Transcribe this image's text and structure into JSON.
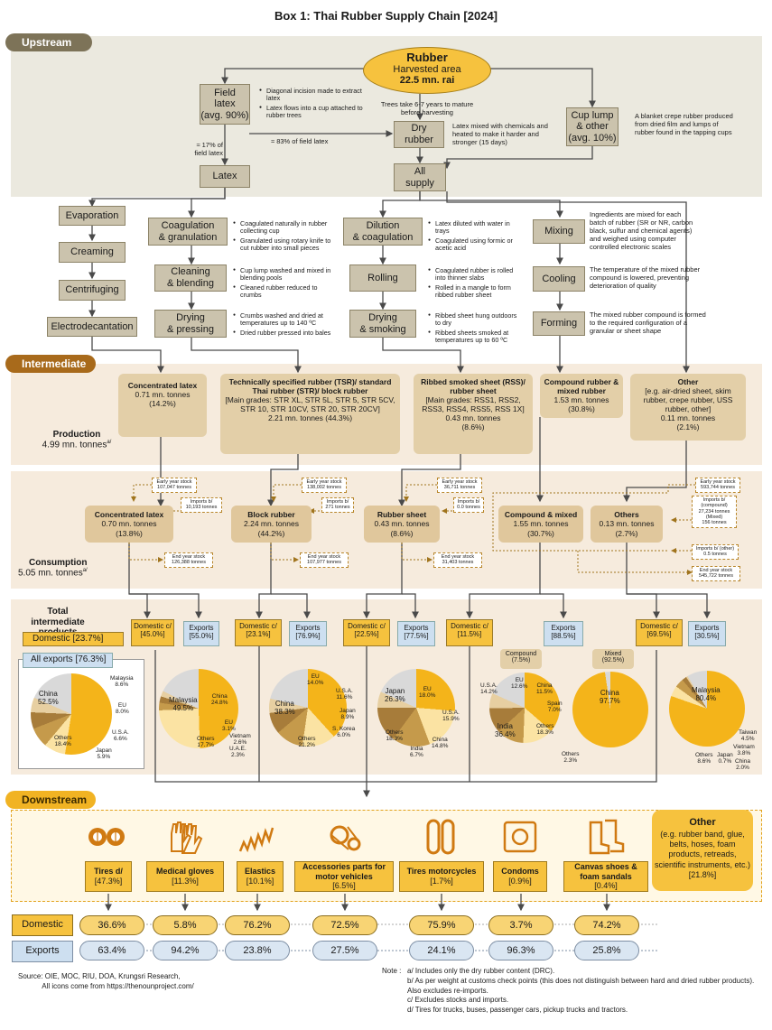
{
  "title": "Box 1: Thai Rubber Supply Chain [2024]",
  "sections": {
    "upstream": "Upstream",
    "intermediate": "Intermediate",
    "downstream": "Downstream"
  },
  "rubber": {
    "title": "Rubber",
    "sub": "Harvested area",
    "value": "22.5 mn. rai"
  },
  "field_latex": {
    "line1": "Field",
    "line2": "latex",
    "line3": "(avg. 90%)"
  },
  "field_latex_bullets": [
    "Diagonal incision made to extract latex",
    "Latex flows into a cup attached to rubber trees"
  ],
  "trees_note": "Trees take 6-7 years to mature before harvesting",
  "dry_rubber": {
    "line1": "Dry",
    "line2": "rubber"
  },
  "dry_rubber_note": "Latex mixed with chemicals and heated to make it harder and stronger (15 days)",
  "cup_lump": {
    "line1": "Cup lump",
    "line2": "& other",
    "line3": "(avg. 10%)"
  },
  "cup_lump_note": "A blanket crepe rubber produced from dried film and lumps of rubber found in the tapping cups",
  "pct17": "≈ 17% of field latex",
  "pct83": "≈ 83% of field latex",
  "latex": "Latex",
  "all_supply": {
    "line1": "All",
    "line2": "supply"
  },
  "evaporation": "Evaporation",
  "creaming": "Creaming",
  "centrifuging": "Centrifuging",
  "electrodecantation": "Electrodecantation",
  "coag": {
    "line1": "Coagulation",
    "line2": "& granulation"
  },
  "coag_bullets": [
    "Coagulated naturally in rubber collecting cup",
    "Granulated using rotary knife to cut rubber into small pieces"
  ],
  "cleaning": {
    "line1": "Cleaning",
    "line2": "& blending"
  },
  "cleaning_bullets": [
    "Cup lump washed and mixed in blending pools",
    "Cleaned rubber reduced to crumbs"
  ],
  "drying_pressing": {
    "line1": "Drying",
    "line2": "& pressing"
  },
  "drying_pressing_bullets": [
    "Crumbs washed and dried at temperatures up to 140 ºC",
    "Dried rubber pressed into bales"
  ],
  "dilution": {
    "line1": "Dilution",
    "line2": "& coagulation"
  },
  "dilution_bullets": [
    "Latex diluted with water in trays",
    "Coagulated using formic or acetic acid"
  ],
  "rolling": "Rolling",
  "rolling_bullets": [
    "Coagulated rubber is rolled into thinner slabs",
    "Rolled in a mangle to form ribbed rubber sheet"
  ],
  "drying_smoking": {
    "line1": "Drying",
    "line2": "& smoking"
  },
  "drying_smoking_bullets": [
    "Ribbed sheet hung outdoors to dry",
    "Ribbed sheets smoked at temperatures up to 60 ºC"
  ],
  "mixing": "Mixing",
  "mixing_note": "Ingredients are mixed for each batch of rubber (SR or NR, carbon black, sulfur and chemical agents) and weighed using computer controlled electronic scales",
  "cooling": "Cooling",
  "cooling_note": "The temperature of the mixed rubber compound is lowered, preventing deterioration of quality",
  "forming": "Forming",
  "forming_note": "The mixed rubber compound is formed to the required configuration of a granular or sheet shape",
  "production": {
    "label": "Production",
    "value": "4.99 mn. tonnes",
    "sup": "a/"
  },
  "prod_boxes": [
    {
      "title": "Concentrated latex",
      "body": "0.71 mn. tonnes\n(14.2%)"
    },
    {
      "title": "Technically specified rubber (TSR)/ standard Thai rubber (STR)/ block rubber",
      "body": "[Main grades: STR XL, STR 5L, STR 5, STR 5CV, STR 10, STR 10CV, STR 20, STR 20CV]\n2.21 mn. tonnes (44.3%)"
    },
    {
      "title": "Ribbed smoked sheet (RSS)/ rubber sheet",
      "body": "[Main grades: RSS1, RSS2, RSS3, RSS4, RSS5, RSS 1X]\n0.43 mn. tonnes\n(8.6%)"
    },
    {
      "title": "Compound rubber & mixed rubber",
      "body": "1.53 mn. tonnes\n(30.8%)"
    },
    {
      "title": "Other",
      "body": "[e.g. air-dried sheet, skim rubber, crepe rubber, USS rubber, other]\n0.11 mn. tonnes\n(2.1%)"
    }
  ],
  "consumption": {
    "label": "Consumption",
    "value": "5.05 mn. tonnes",
    "sup": "a/"
  },
  "cons_boxes": [
    {
      "title": "Concentrated latex",
      "body": "0.70 mn. tonnes\n(13.8%)"
    },
    {
      "title": "Block rubber",
      "body": "2.24 mn. tonnes\n(44.2%)"
    },
    {
      "title": "Rubber sheet",
      "body": "0.43 mn. tonnes\n(8.6%)"
    },
    {
      "title": "Compound & mixed",
      "body": "1.55 mn. tonnes\n(30.7%)"
    },
    {
      "title": "Others",
      "body": "0.13 mn. tonnes\n(2.7%)"
    }
  ],
  "stocks": {
    "early": [
      "Early year stock\n107,047 tonnes",
      "Early year stock\n138,002 tonnes",
      "Early year stock\n36,711 tonnes",
      "Early year stock\n593,744 tonnes"
    ],
    "imports": [
      "Imports b/\n10,193 tonnes",
      "Imports b/\n271 tonnes",
      "Imports b/\n0.0 tonnes",
      "Imports b/\n(compound)\n27,234 tonnes\n(Mixed)\n156 tonnes",
      "Imports b/ (other)\n0.5 tonnes"
    ],
    "end": [
      "End year stock\n126,388 tonnes",
      "End year stock\n107,977 tonnes",
      "End year stock\n31,403 tonnes",
      "End year stock\n545,722 tonnes"
    ]
  },
  "total_intermediate": "Total intermediate products",
  "domestic_total": "Domestic [23.7%]",
  "all_exports": "All exports [76.3%]",
  "dom_exp_tags": [
    {
      "dom": "Domestic c/\n[45.0%]",
      "exp": "Exports\n[55.0%]"
    },
    {
      "dom": "Domestic c/\n[23.1%]",
      "exp": "Exports\n[76.9%]"
    },
    {
      "dom": "Domestic c/\n[22.5%]",
      "exp": "Exports\n[77.5%]"
    },
    {
      "dom": "Domestic c/\n[11.5%]",
      "exp": "Exports\n[88.5%]"
    },
    {
      "dom": "Domestic c/\n[69.5%]",
      "exp": "Exports\n[30.5%]"
    }
  ],
  "compound_tag": "Compound\n(7.5%)",
  "mixed_tag": "Mixed\n(92.5%)",
  "pies": [
    {
      "name": "all-exports",
      "slices": [
        {
          "label": "China\n52.5%",
          "value": 52.5,
          "color": "#f4b41a"
        },
        {
          "label": "Malaysia\n8.6%",
          "value": 8.6,
          "color": "#fbe3a3"
        },
        {
          "label": "EU\n8.0%",
          "value": 8.0,
          "color": "#c59a4b"
        },
        {
          "label": "U.S.A.\n6.6%",
          "value": 6.6,
          "color": "#a77c3a"
        },
        {
          "label": "Japan\n5.9%",
          "value": 5.9,
          "color": "#e7cfa1"
        },
        {
          "label": "Others\n18.4%",
          "value": 18.4,
          "color": "#d9d9d9"
        }
      ]
    },
    {
      "name": "concentrated-latex-exports",
      "slices": [
        {
          "label": "Malaysia\n49.5%",
          "value": 49.5,
          "color": "#f4b41a"
        },
        {
          "label": "China\n24.8%",
          "value": 24.8,
          "color": "#fbe3a3"
        },
        {
          "label": "EU\n3.1%",
          "value": 3.1,
          "color": "#c59a4b"
        },
        {
          "label": "Vietnam\n2.6%",
          "value": 2.6,
          "color": "#a77c3a"
        },
        {
          "label": "U.A.E.\n2.3%",
          "value": 2.3,
          "color": "#e7cfa1"
        },
        {
          "label": "Others\n17.7%",
          "value": 17.7,
          "color": "#d9d9d9"
        }
      ]
    },
    {
      "name": "block-rubber-exports",
      "slices": [
        {
          "label": "China\n38.3%",
          "value": 38.3,
          "color": "#f4b41a"
        },
        {
          "label": "EU\n14.0%",
          "value": 14.0,
          "color": "#fbe3a3"
        },
        {
          "label": "U.S.A.\n11.6%",
          "value": 11.6,
          "color": "#c59a4b"
        },
        {
          "label": "Japan\n8.9%",
          "value": 8.9,
          "color": "#a77c3a"
        },
        {
          "label": "S. Korea\n6.0%",
          "value": 6.0,
          "color": "#e7cfa1"
        },
        {
          "label": "Others\n21.2%",
          "value": 21.2,
          "color": "#d9d9d9"
        }
      ]
    },
    {
      "name": "rubber-sheet-exports",
      "slices": [
        {
          "label": "Japan\n26.3%",
          "value": 26.3,
          "color": "#f4b41a"
        },
        {
          "label": "EU\n18.0%",
          "value": 18.0,
          "color": "#fbe3a3"
        },
        {
          "label": "U.S.A.\n15.9%",
          "value": 15.9,
          "color": "#c59a4b"
        },
        {
          "label": "China\n14.8%",
          "value": 14.8,
          "color": "#a77c3a"
        },
        {
          "label": "India\n6.7%",
          "value": 6.7,
          "color": "#e7cfa1"
        },
        {
          "label": "Others\n18.3%",
          "value": 18.3,
          "color": "#d9d9d9"
        }
      ]
    },
    {
      "name": "compound-exports",
      "slices": [
        {
          "label": "India\n36.4%",
          "value": 36.4,
          "color": "#f4b41a"
        },
        {
          "label": "U.S.A.\n14.2%",
          "value": 14.2,
          "color": "#fbe3a3"
        },
        {
          "label": "EU\n12.6%",
          "value": 12.6,
          "color": "#c59a4b"
        },
        {
          "label": "China\n11.5%",
          "value": 11.5,
          "color": "#a77c3a"
        },
        {
          "label": "Spain\n7.0%",
          "value": 7.0,
          "color": "#e7cfa1"
        },
        {
          "label": "Others\n18.3%",
          "value": 18.3,
          "color": "#d9d9d9"
        }
      ]
    },
    {
      "name": "mixed-exports",
      "slices": [
        {
          "label": "China\n97.7%",
          "value": 97.7,
          "color": "#f4b41a"
        },
        {
          "label": "Others\n2.3%",
          "value": 2.3,
          "color": "#d9d9d9"
        }
      ]
    },
    {
      "name": "others-exports",
      "slices": [
        {
          "label": "Malaysia\n80.4%",
          "value": 80.4,
          "color": "#f4b41a"
        },
        {
          "label": "Taiwan\n4.5%",
          "value": 4.5,
          "color": "#fbe3a3"
        },
        {
          "label": "Vietnam\n3.8%",
          "value": 3.8,
          "color": "#c59a4b"
        },
        {
          "label": "China\n2.0%",
          "value": 2.0,
          "color": "#a77c3a"
        },
        {
          "label": "Japan\n0.7%",
          "value": 0.7,
          "color": "#e7cfa1"
        },
        {
          "label": "Others\n8.6%",
          "value": 8.6,
          "color": "#d9d9d9"
        }
      ]
    }
  ],
  "products": [
    {
      "icon": "tire-icon",
      "label": "Tires d/",
      "pct": "[47.3%]",
      "dom": "36.6%",
      "exp": "63.4%"
    },
    {
      "icon": "gloves-icon",
      "label": "Medical gloves",
      "pct": "[11.3%]",
      "dom": "5.8%",
      "exp": "94.2%"
    },
    {
      "icon": "spring-icon",
      "label": "Elastics",
      "pct": "[10.1%]",
      "dom": "76.2%",
      "exp": "23.8%"
    },
    {
      "icon": "belt-icon",
      "label": "Accessories parts for motor vehicles",
      "pct": "[6.5%]",
      "dom": "72.5%",
      "exp": "27.5%"
    },
    {
      "icon": "moto-tire-icon",
      "label": "Tires motorcycles",
      "pct": "[1.7%]",
      "dom": "75.9%",
      "exp": "24.1%"
    },
    {
      "icon": "condom-icon",
      "label": "Condoms",
      "pct": "[0.9%]",
      "dom": "3.7%",
      "exp": "96.3%"
    },
    {
      "icon": "boots-icon",
      "label": "Canvas shoes & foam sandals",
      "pct": "[0.4%]",
      "dom": "74.2%",
      "exp": "25.8%"
    }
  ],
  "other_down": {
    "title": "Other",
    "body": "(e.g. rubber band, glue, belts, hoses, foam products, retreads, scientific instruments, etc.) [21.8%]"
  },
  "domestic_label": "Domestic",
  "exports_label": "Exports",
  "source": "Source: OIE, MOC, RIU, DOA, Krungsri Research,\n            All icons come from https://thenounproject.com/",
  "notes": {
    "head": "Note :",
    "a": "a/ Includes only the dry rubber content (DRC).",
    "b": "b/ As per weight at customs check points (this does not distinguish between hard and dried rubber products). Also excludes re-imports.",
    "c": "c/ Excludes stocks and imports.",
    "d": "d/ Tires for trucks, buses, passenger cars, pickup trucks and tractors."
  }
}
